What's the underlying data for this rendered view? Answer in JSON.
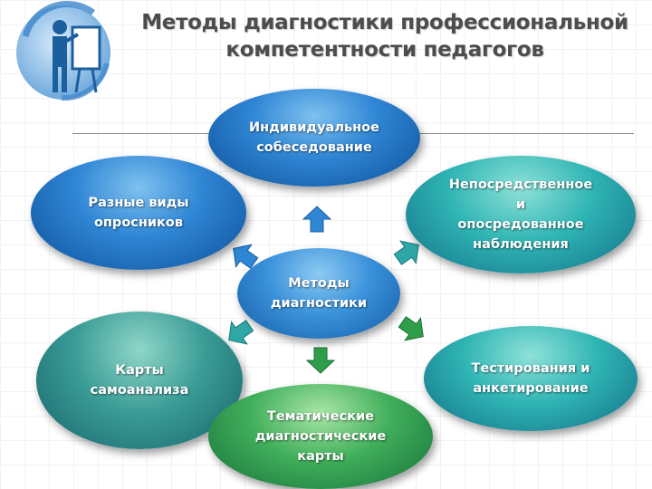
{
  "title": {
    "line1": "Методы диагностики профессиональной",
    "line2": "компетентности педагогов"
  },
  "center": {
    "lines": [
      "Методы",
      "диагностики"
    ]
  },
  "nodes": {
    "top": {
      "lines": [
        "Индивидуальное",
        "собеседование"
      ]
    },
    "upper_left": {
      "lines": [
        "Разные виды",
        "опросников"
      ]
    },
    "upper_right": {
      "lines": [
        "Непосредственное",
        "и",
        "опосредованное",
        "наблюдения"
      ]
    },
    "lower_left": {
      "lines": [
        "Карты",
        "самоанализа"
      ]
    },
    "lower_right": {
      "lines": [
        "Тестирования и",
        "анкетирование"
      ]
    },
    "bottom": {
      "lines": [
        "Тематические",
        "диагностические",
        "карты"
      ]
    }
  },
  "colors": {
    "blue": "#2f86d4",
    "teal": "#2fb4b4",
    "green": "#3fae5a",
    "arrow_blue": "#2f86d4",
    "arrow_teal": "#2fa7a7",
    "arrow_green": "#2e9e4a"
  },
  "icons": {
    "logo": "teacher-at-board-icon",
    "arrow": "arrow-icon"
  }
}
